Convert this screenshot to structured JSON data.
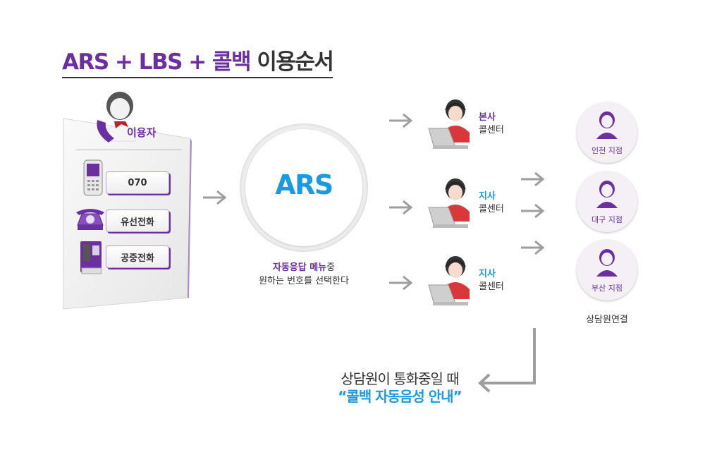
{
  "title": {
    "accent": "ARS + LBS + 콜백",
    "rest": "이용순서"
  },
  "user": {
    "label": "이용자",
    "devices": [
      {
        "label": "070",
        "icon": "mobile-phone-icon"
      },
      {
        "label": "유선전화",
        "icon": "desk-phone-icon"
      },
      {
        "label": "공중전화",
        "icon": "payphone-icon"
      }
    ]
  },
  "ars": {
    "label": "ARS",
    "caption_highlight": "자동응답 메뉴",
    "caption_rest": "중",
    "caption_line2": "원하는 번호를 선택한다"
  },
  "call_centers": [
    {
      "line1": "본사",
      "line2": "콜센터",
      "accent": "#6b2fa1"
    },
    {
      "line1": "지사",
      "line2": "콜센터",
      "accent": "#1a9ae0"
    },
    {
      "line1": "지사",
      "line2": "콜센터",
      "accent": "#1a9ae0"
    }
  ],
  "branches": [
    {
      "label": "인천 지점"
    },
    {
      "label": "대구 지점"
    },
    {
      "label": "부산 지점"
    }
  ],
  "branch_caption": "상담원연결",
  "bottom": {
    "line1": "상담원이 통화중일 때",
    "line2": "“콜백 자동음성 안내”"
  },
  "colors": {
    "purple": "#6b2fa1",
    "blue": "#1a9ae0",
    "gray": "#9e9e9e",
    "agent_red": "#d9383a"
  }
}
